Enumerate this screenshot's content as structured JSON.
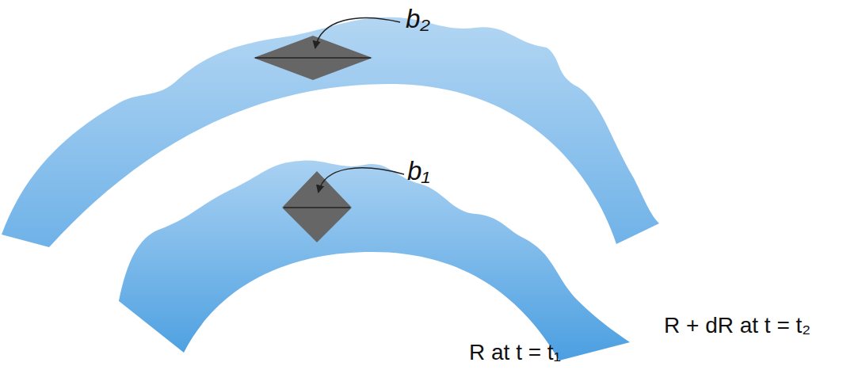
{
  "diagram": {
    "labels": [
      "b₂",
      "b₁",
      "R + dR at t = t₂",
      "R at t = t₁"
    ]
  }
}
